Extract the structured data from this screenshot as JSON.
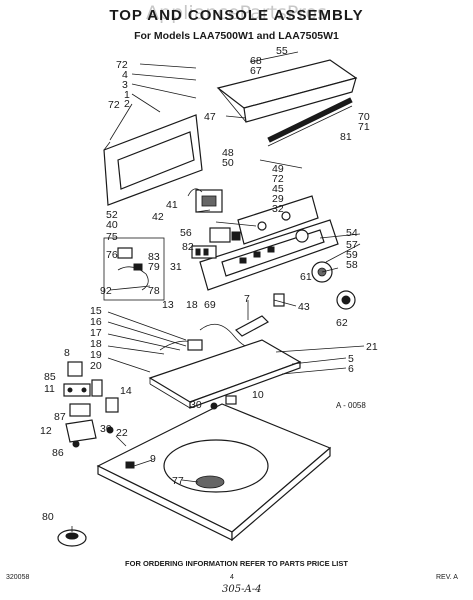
{
  "header": {
    "title": "TOP AND CONSOLE ASSEMBLY",
    "models": "For Models LAA7500W1 and LAA7505W1"
  },
  "watermark": "AppliancePartsPros",
  "callouts": [
    {
      "id": "c72a",
      "text": "72"
    },
    {
      "id": "c4",
      "text": "4"
    },
    {
      "id": "c3",
      "text": "3"
    },
    {
      "id": "c1",
      "text": "1"
    },
    {
      "id": "c2",
      "text": "2"
    },
    {
      "id": "c72b",
      "text": "72"
    },
    {
      "id": "c55",
      "text": "55"
    },
    {
      "id": "c68",
      "text": "68"
    },
    {
      "id": "c67",
      "text": "67"
    },
    {
      "id": "c47",
      "text": "47"
    },
    {
      "id": "c70",
      "text": "70"
    },
    {
      "id": "c71",
      "text": "71"
    },
    {
      "id": "c81",
      "text": "81"
    },
    {
      "id": "c48",
      "text": "48"
    },
    {
      "id": "c50",
      "text": "50"
    },
    {
      "id": "c49",
      "text": "49"
    },
    {
      "id": "c72c",
      "text": "72"
    },
    {
      "id": "c45",
      "text": "45"
    },
    {
      "id": "c29",
      "text": "29"
    },
    {
      "id": "c32",
      "text": "32"
    },
    {
      "id": "c41",
      "text": "41"
    },
    {
      "id": "c42",
      "text": "42"
    },
    {
      "id": "c52",
      "text": "52"
    },
    {
      "id": "c40",
      "text": "40"
    },
    {
      "id": "c56",
      "text": "56"
    },
    {
      "id": "c82",
      "text": "82"
    },
    {
      "id": "c75",
      "text": "75"
    },
    {
      "id": "c76",
      "text": "76"
    },
    {
      "id": "c83",
      "text": "83"
    },
    {
      "id": "c79",
      "text": "79"
    },
    {
      "id": "c92",
      "text": "92"
    },
    {
      "id": "c78",
      "text": "78"
    },
    {
      "id": "c31",
      "text": "31"
    },
    {
      "id": "c54",
      "text": "54"
    },
    {
      "id": "c57",
      "text": "57"
    },
    {
      "id": "c59",
      "text": "59"
    },
    {
      "id": "c58",
      "text": "58"
    },
    {
      "id": "c61",
      "text": "61"
    },
    {
      "id": "c43",
      "text": "43"
    },
    {
      "id": "c62",
      "text": "62"
    },
    {
      "id": "c7",
      "text": "7"
    },
    {
      "id": "c13",
      "text": "13"
    },
    {
      "id": "c18a",
      "text": "18"
    },
    {
      "id": "c69",
      "text": "69"
    },
    {
      "id": "c15",
      "text": "15"
    },
    {
      "id": "c16",
      "text": "16"
    },
    {
      "id": "c17",
      "text": "17"
    },
    {
      "id": "c18b",
      "text": "18"
    },
    {
      "id": "c19",
      "text": "19"
    },
    {
      "id": "c20",
      "text": "20"
    },
    {
      "id": "c21",
      "text": "21"
    },
    {
      "id": "c5",
      "text": "5"
    },
    {
      "id": "c6",
      "text": "6"
    },
    {
      "id": "c8",
      "text": "8"
    },
    {
      "id": "c85",
      "text": "85"
    },
    {
      "id": "c11",
      "text": "11"
    },
    {
      "id": "c14",
      "text": "14"
    },
    {
      "id": "c87",
      "text": "87"
    },
    {
      "id": "c12",
      "text": "12"
    },
    {
      "id": "c86",
      "text": "86"
    },
    {
      "id": "c30a",
      "text": "30"
    },
    {
      "id": "c10",
      "text": "10"
    },
    {
      "id": "c30b",
      "text": "30"
    },
    {
      "id": "c22",
      "text": "22"
    },
    {
      "id": "c9",
      "text": "9"
    },
    {
      "id": "c77",
      "text": "77"
    },
    {
      "id": "c80",
      "text": "80"
    }
  ],
  "reference_code": "A - 0058",
  "footer": {
    "note": "FOR ORDERING INFORMATION REFER TO PARTS PRICE LIST",
    "doc_code": "320058",
    "page_number": "4",
    "revision": "REV. A",
    "handwritten": "305-A-4"
  }
}
